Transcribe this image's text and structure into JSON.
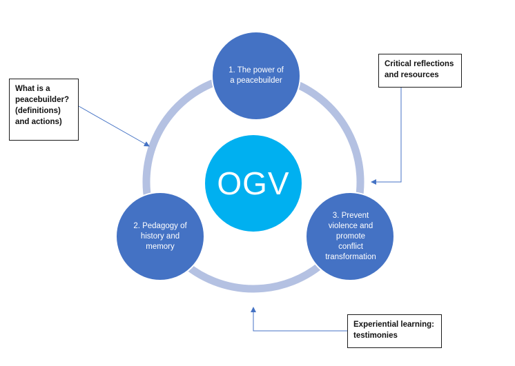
{
  "diagram": {
    "center": {
      "label": "OGV"
    },
    "nodes": [
      {
        "id": "node-1",
        "label": "1. The power of\na peacebuilder"
      },
      {
        "id": "node-2",
        "label": "2. Pedagogy of\nhistory and\nmemory"
      },
      {
        "id": "node-3",
        "label": "3. Prevent\nviolence and\npromote\nconflict\ntransformation"
      }
    ],
    "callouts": [
      {
        "id": "callout-peacebuilder",
        "text": "What is a\npeacebuilder?\n(definitions)\nand actions)"
      },
      {
        "id": "callout-critical",
        "text": "Critical reflections\nand resources"
      },
      {
        "id": "callout-experiential",
        "text": "Experiential learning:\ntestimonies"
      }
    ],
    "colors": {
      "ring": "#b4c1e2",
      "node_fill": "#4472c4",
      "node_stroke": "#ffffff",
      "center_fill": "#00b0f0",
      "arrow": "#4472c4",
      "callout_border": "#1a1a1a"
    }
  }
}
